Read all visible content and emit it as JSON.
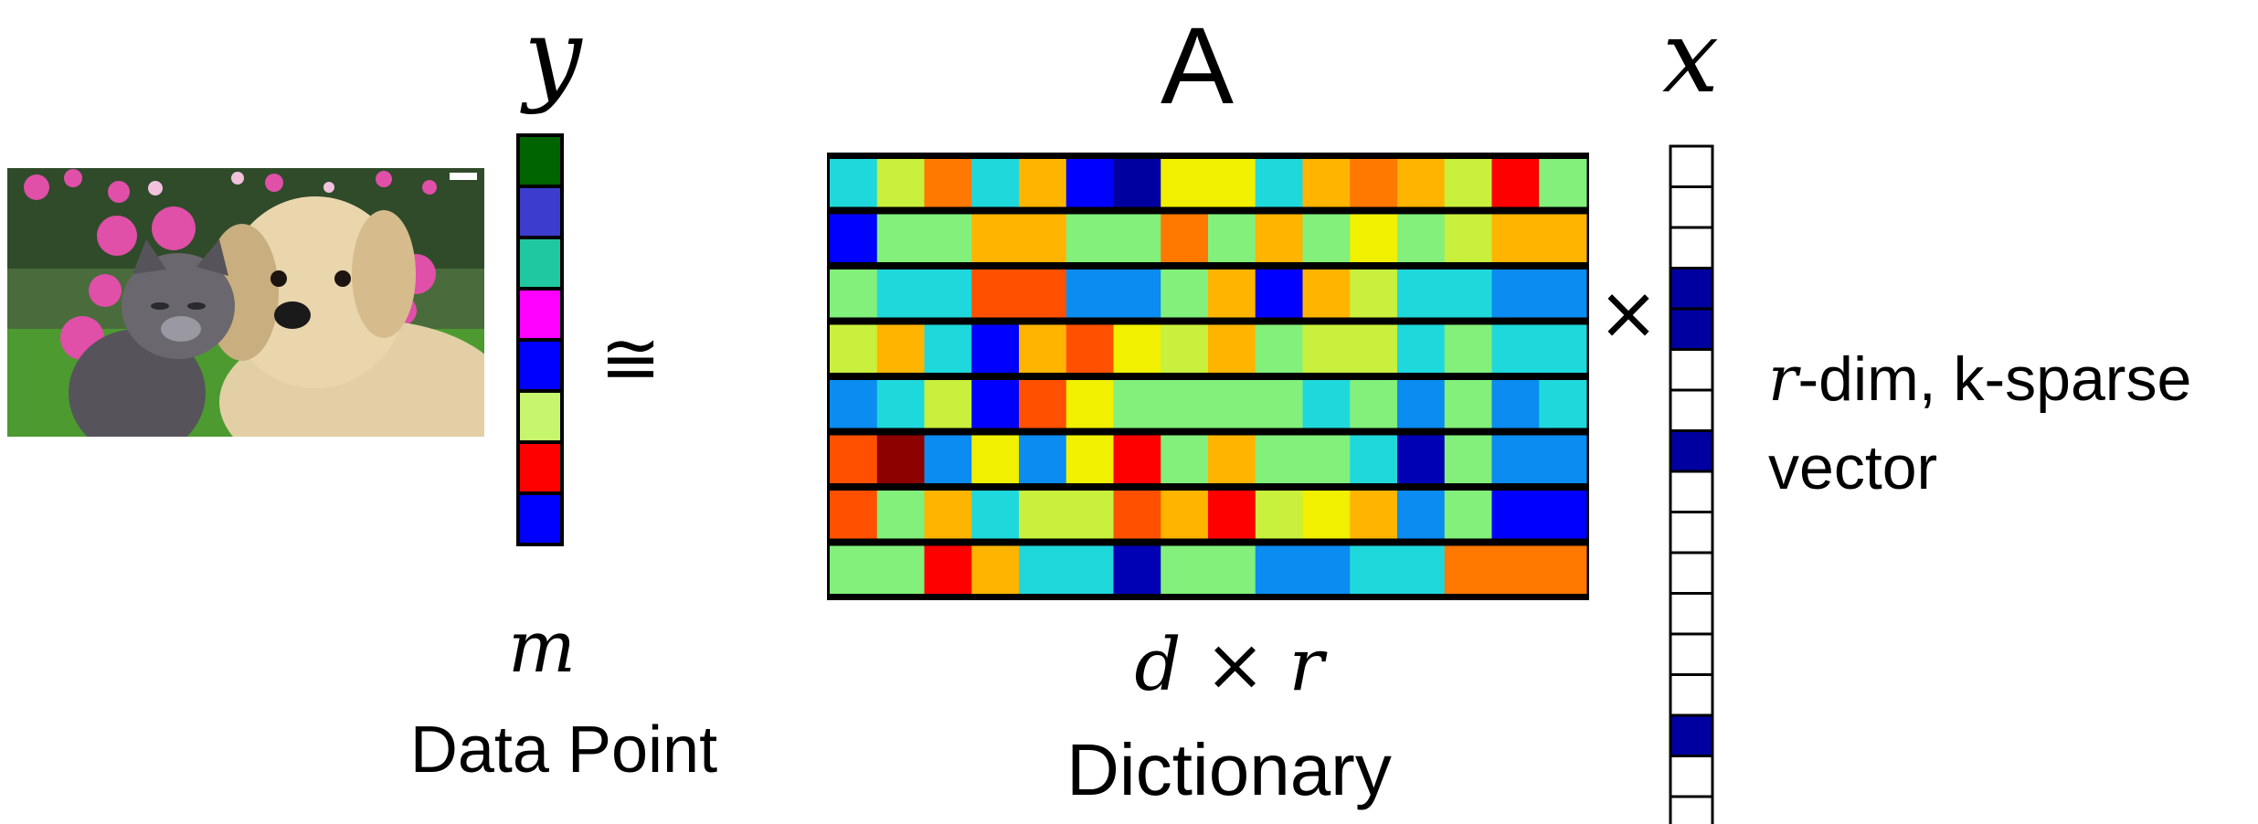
{
  "labels": {
    "y": "y",
    "m": "m",
    "data_point": "Data Point",
    "approx": "≅",
    "A": "A",
    "dims": "d × r",
    "dictionary": "Dictionary",
    "times": "×",
    "x": "x",
    "r": "r",
    "vector_line1_suffix": "-dim, k-sparse",
    "vector_line2": "vector"
  },
  "colors": {
    "dark_green": "#006400",
    "slate_blue": "#3c3ccf",
    "teal": "#1fc8a0",
    "magenta": "#ff00ff",
    "blue": "#0000ff",
    "light_lime": "#c8f56e",
    "red": "#ff0000",
    "cyan": "#1fd8dc",
    "lime": "#c8f03c",
    "orange": "#ff7800",
    "sky": "#0a8cf0",
    "gold": "#ffb400",
    "navy": "#0000a0",
    "yellow": "#f0f000",
    "light_green": "#82f07a",
    "orange_red": "#ff5000",
    "dark_red": "#8c0000",
    "deep_blue": "#0000b4",
    "white": "#ffffff"
  },
  "y_vector": [
    "dark_green",
    "slate_blue",
    "teal",
    "magenta",
    "blue",
    "light_lime",
    "red",
    "blue"
  ],
  "x_vector": [
    "white",
    "white",
    "white",
    "navy",
    "navy",
    "white",
    "white",
    "navy",
    "white",
    "white",
    "white",
    "white",
    "white",
    "white",
    "navy",
    "white",
    "white"
  ],
  "dictionary_matrix": [
    [
      "cyan",
      "lime",
      "orange",
      "cyan",
      "gold",
      "blue",
      "navy",
      "yellow",
      "yellow",
      "cyan",
      "gold",
      "orange",
      "gold",
      "lime",
      "red",
      "light_green"
    ],
    [
      "blue",
      "light_green",
      "light_green",
      "gold",
      "gold",
      "light_green",
      "light_green",
      "orange",
      "light_green",
      "gold",
      "light_green",
      "yellow",
      "light_green",
      "lime",
      "gold",
      "gold"
    ],
    [
      "light_green",
      "cyan",
      "cyan",
      "orange_red",
      "orange_red",
      "sky",
      "sky",
      "light_green",
      "gold",
      "blue",
      "gold",
      "lime",
      "cyan",
      "cyan",
      "sky",
      "sky"
    ],
    [
      "lime",
      "gold",
      "cyan",
      "blue",
      "gold",
      "orange_red",
      "yellow",
      "lime",
      "gold",
      "light_green",
      "lime",
      "lime",
      "cyan",
      "light_green",
      "cyan",
      "cyan"
    ],
    [
      "sky",
      "cyan",
      "lime",
      "blue",
      "orange_red",
      "yellow",
      "light_green",
      "light_green",
      "light_green",
      "light_green",
      "cyan",
      "light_green",
      "sky",
      "light_green",
      "sky",
      "cyan"
    ],
    [
      "orange_red",
      "dark_red",
      "sky",
      "yellow",
      "sky",
      "yellow",
      "red",
      "light_green",
      "gold",
      "light_green",
      "light_green",
      "cyan",
      "deep_blue",
      "light_green",
      "sky",
      "sky"
    ],
    [
      "orange_red",
      "light_green",
      "gold",
      "cyan",
      "lime",
      "lime",
      "orange_red",
      "gold",
      "red",
      "lime",
      "yellow",
      "gold",
      "sky",
      "light_green",
      "blue",
      "blue"
    ],
    [
      "light_green",
      "light_green",
      "red",
      "gold",
      "cyan",
      "cyan",
      "deep_blue",
      "light_green",
      "light_green",
      "sky",
      "sky",
      "cyan",
      "cyan",
      "orange",
      "orange",
      "orange"
    ]
  ],
  "photo_colors": {
    "sky": "#3f5a3a",
    "grass": "#3f8a2a",
    "dog_fur": "#e7d2a8",
    "dog_shadow": "#c9ae7f",
    "cat_fur": "#5a585c",
    "cat_light": "#8a8890",
    "flower_pink": "#e04fa8",
    "eye": "#1c1410",
    "nose": "#1a1a1a"
  }
}
